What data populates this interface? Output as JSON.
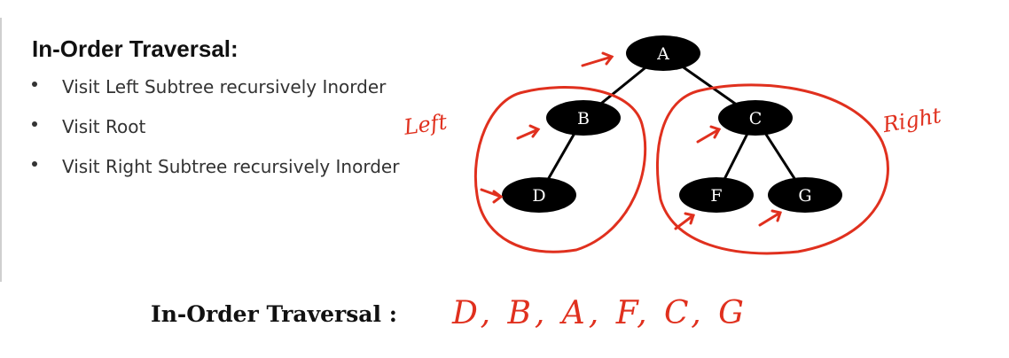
{
  "heading": "In-Order Traversal:",
  "bullets": [
    "Visit Left Subtree recursively Inorder",
    "Visit Root",
    "Visit Right Subtree recursively Inorder"
  ],
  "tree": {
    "nodes": [
      "A",
      "B",
      "C",
      "D",
      "F",
      "G"
    ],
    "edges": [
      [
        "A",
        "B"
      ],
      [
        "A",
        "C"
      ],
      [
        "B",
        "D"
      ],
      [
        "C",
        "F"
      ],
      [
        "C",
        "G"
      ]
    ]
  },
  "annotations": {
    "left": "Left",
    "right": "Right"
  },
  "result_label": "In-Order Traversal :",
  "result_sequence": "D, B, A, F, C, G",
  "colors": {
    "node_fill": "#000000",
    "annotation": "#e0301e",
    "edge": "#000000"
  }
}
